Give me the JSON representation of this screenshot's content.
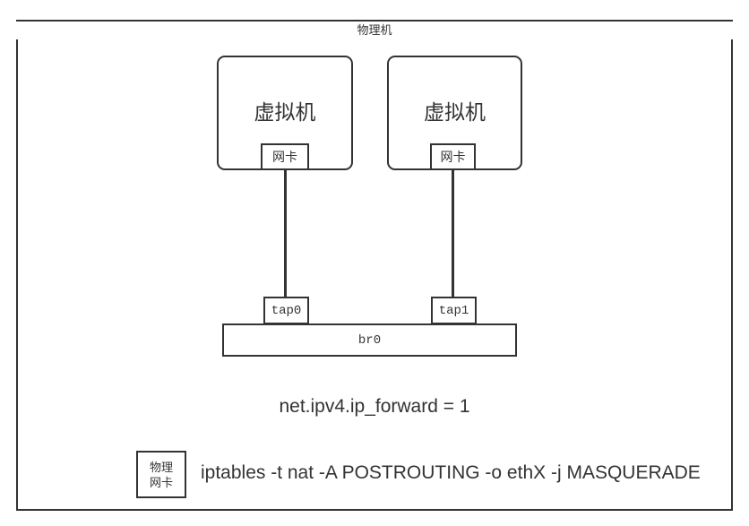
{
  "diagram": {
    "title": "物理机",
    "host": {
      "label": "物理机",
      "nic": {
        "line1": "物理",
        "line2": "网卡"
      }
    },
    "vms": [
      {
        "label": "虚拟机",
        "nic_label": "网卡",
        "tap_label": "tap0"
      },
      {
        "label": "虚拟机",
        "nic_label": "网卡",
        "tap_label": "tap1"
      }
    ],
    "bridge": {
      "label": "br0"
    },
    "commands": {
      "sysctl": "net.ipv4.ip_forward = 1",
      "iptables": "iptables -t nat -A POSTROUTING -o ethX -j MASQUERADE"
    },
    "colors": {
      "stroke": "#333333",
      "background": "#ffffff",
      "text": "#333333"
    }
  }
}
